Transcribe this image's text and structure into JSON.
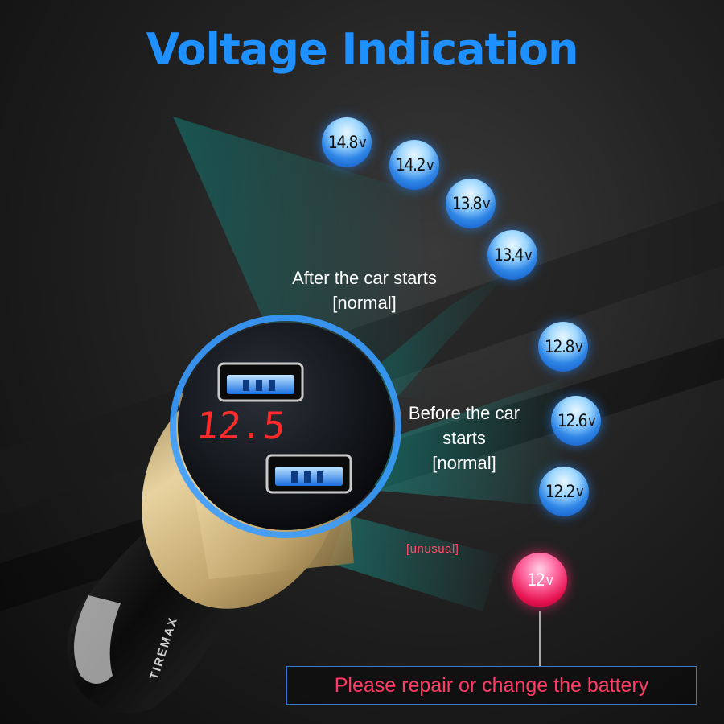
{
  "colors": {
    "accent": "#1e90ff",
    "warn": "#ff3b66",
    "display_red": "#ff2a2a",
    "gold": "#c9ad73"
  },
  "title": "Voltage Indication",
  "readings_after_start": [
    {
      "value": "14.8",
      "unit": "v"
    },
    {
      "value": "14.2",
      "unit": "v"
    },
    {
      "value": "13.8",
      "unit": "v"
    },
    {
      "value": "13.4",
      "unit": "v"
    }
  ],
  "readings_before_start": [
    {
      "value": "12.8",
      "unit": "v"
    },
    {
      "value": "12.6",
      "unit": "v"
    },
    {
      "value": "12.2",
      "unit": "v"
    }
  ],
  "reading_low": {
    "value": "12",
    "unit": "v"
  },
  "labels": {
    "after_line1": "After the car starts",
    "after_line2": "[normal]",
    "before_line1": "Before the car",
    "before_line2": "starts",
    "before_line3": "[normal]",
    "unusual": "[unusual]"
  },
  "warning": "Please repair or change the battery",
  "device": {
    "display_value": "12.5",
    "brand": "TIREMAX"
  }
}
